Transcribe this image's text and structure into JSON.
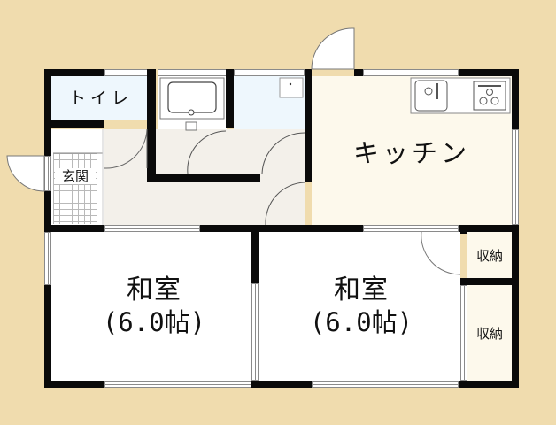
{
  "floor_plan": {
    "background_color": "#f0dcae",
    "rooms": [
      {
        "id": "toilet",
        "label": "トイレ",
        "fill": "#eef7fd"
      },
      {
        "id": "bath",
        "label": "",
        "fill": "#ffffff"
      },
      {
        "id": "washroom",
        "label": "",
        "fill": "#eef7fd"
      },
      {
        "id": "kitchen",
        "label": "キッチン",
        "fill": "#fdf9ec"
      },
      {
        "id": "entrance",
        "label": "玄関",
        "fill": "#ffffff"
      },
      {
        "id": "hallway",
        "label": "",
        "fill": "#f3f0ea"
      },
      {
        "id": "washitsu-left",
        "label": "和室",
        "size": "(6.0帖)",
        "fill": "#ffffff"
      },
      {
        "id": "washitsu-right",
        "label": "和室",
        "size": "(6.0帖)",
        "fill": "#ffffff"
      },
      {
        "id": "storage-upper",
        "label": "収納",
        "fill": "#fdf9ec"
      },
      {
        "id": "storage-lower",
        "label": "収納",
        "fill": "#fdf9ec"
      }
    ],
    "fixtures": [
      "bathtub",
      "washbasin",
      "kitchen-sink",
      "stove-3-burner"
    ],
    "wall_color": "#0a0a0a"
  }
}
